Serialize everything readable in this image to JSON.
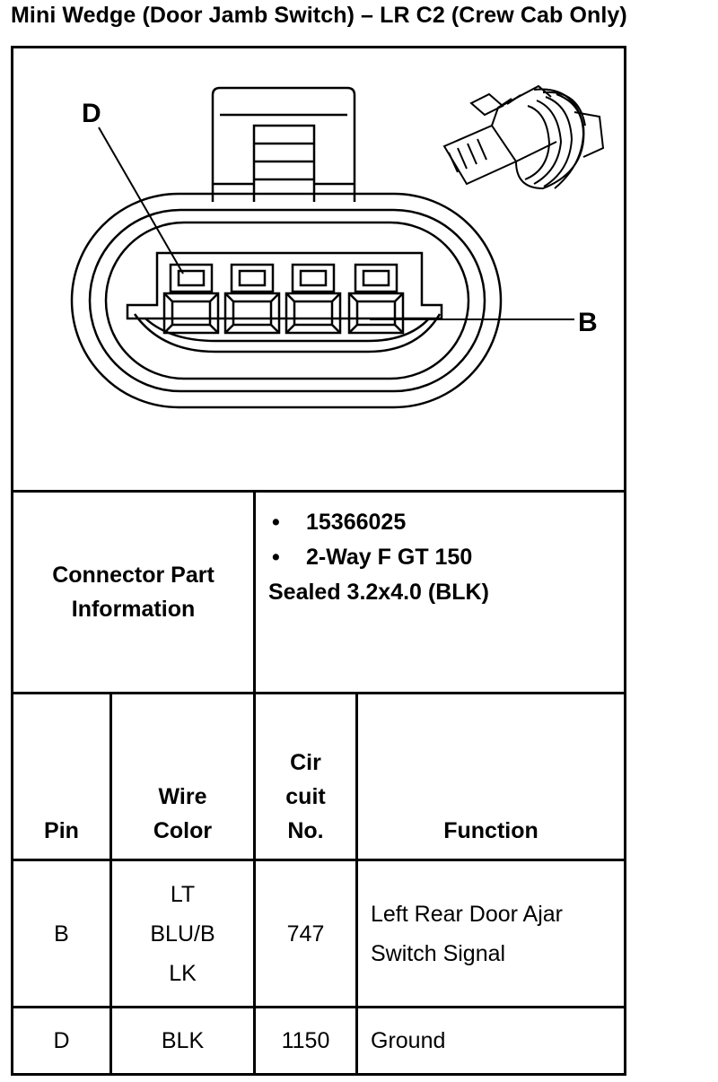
{
  "title": "Mini Wedge (Door Jamb Switch) – LR C2 (Crew Cab Only)",
  "diagram": {
    "pin_labels": {
      "top": "D",
      "right": "B"
    }
  },
  "connector_info": {
    "label_line1": "Connector Part",
    "label_line2": "Information",
    "bullets": [
      "15366025",
      "2-Way F GT 150"
    ],
    "extra": "Sealed 3.2x4.0 (BLK)"
  },
  "table": {
    "headers": {
      "pin": "Pin",
      "wire_color": [
        "Wire",
        "Color"
      ],
      "circuit": [
        "Cir",
        "cuit",
        "No."
      ],
      "function": "Function"
    },
    "rows": [
      {
        "pin": "B",
        "wire_color": [
          "LT",
          "BLU/B",
          "LK"
        ],
        "circuit": "747",
        "function": [
          "Left Rear Door Ajar",
          "Switch Signal"
        ]
      },
      {
        "pin": "D",
        "wire_color": [
          "BLK"
        ],
        "circuit": "1150",
        "function": [
          "Ground"
        ]
      }
    ]
  }
}
